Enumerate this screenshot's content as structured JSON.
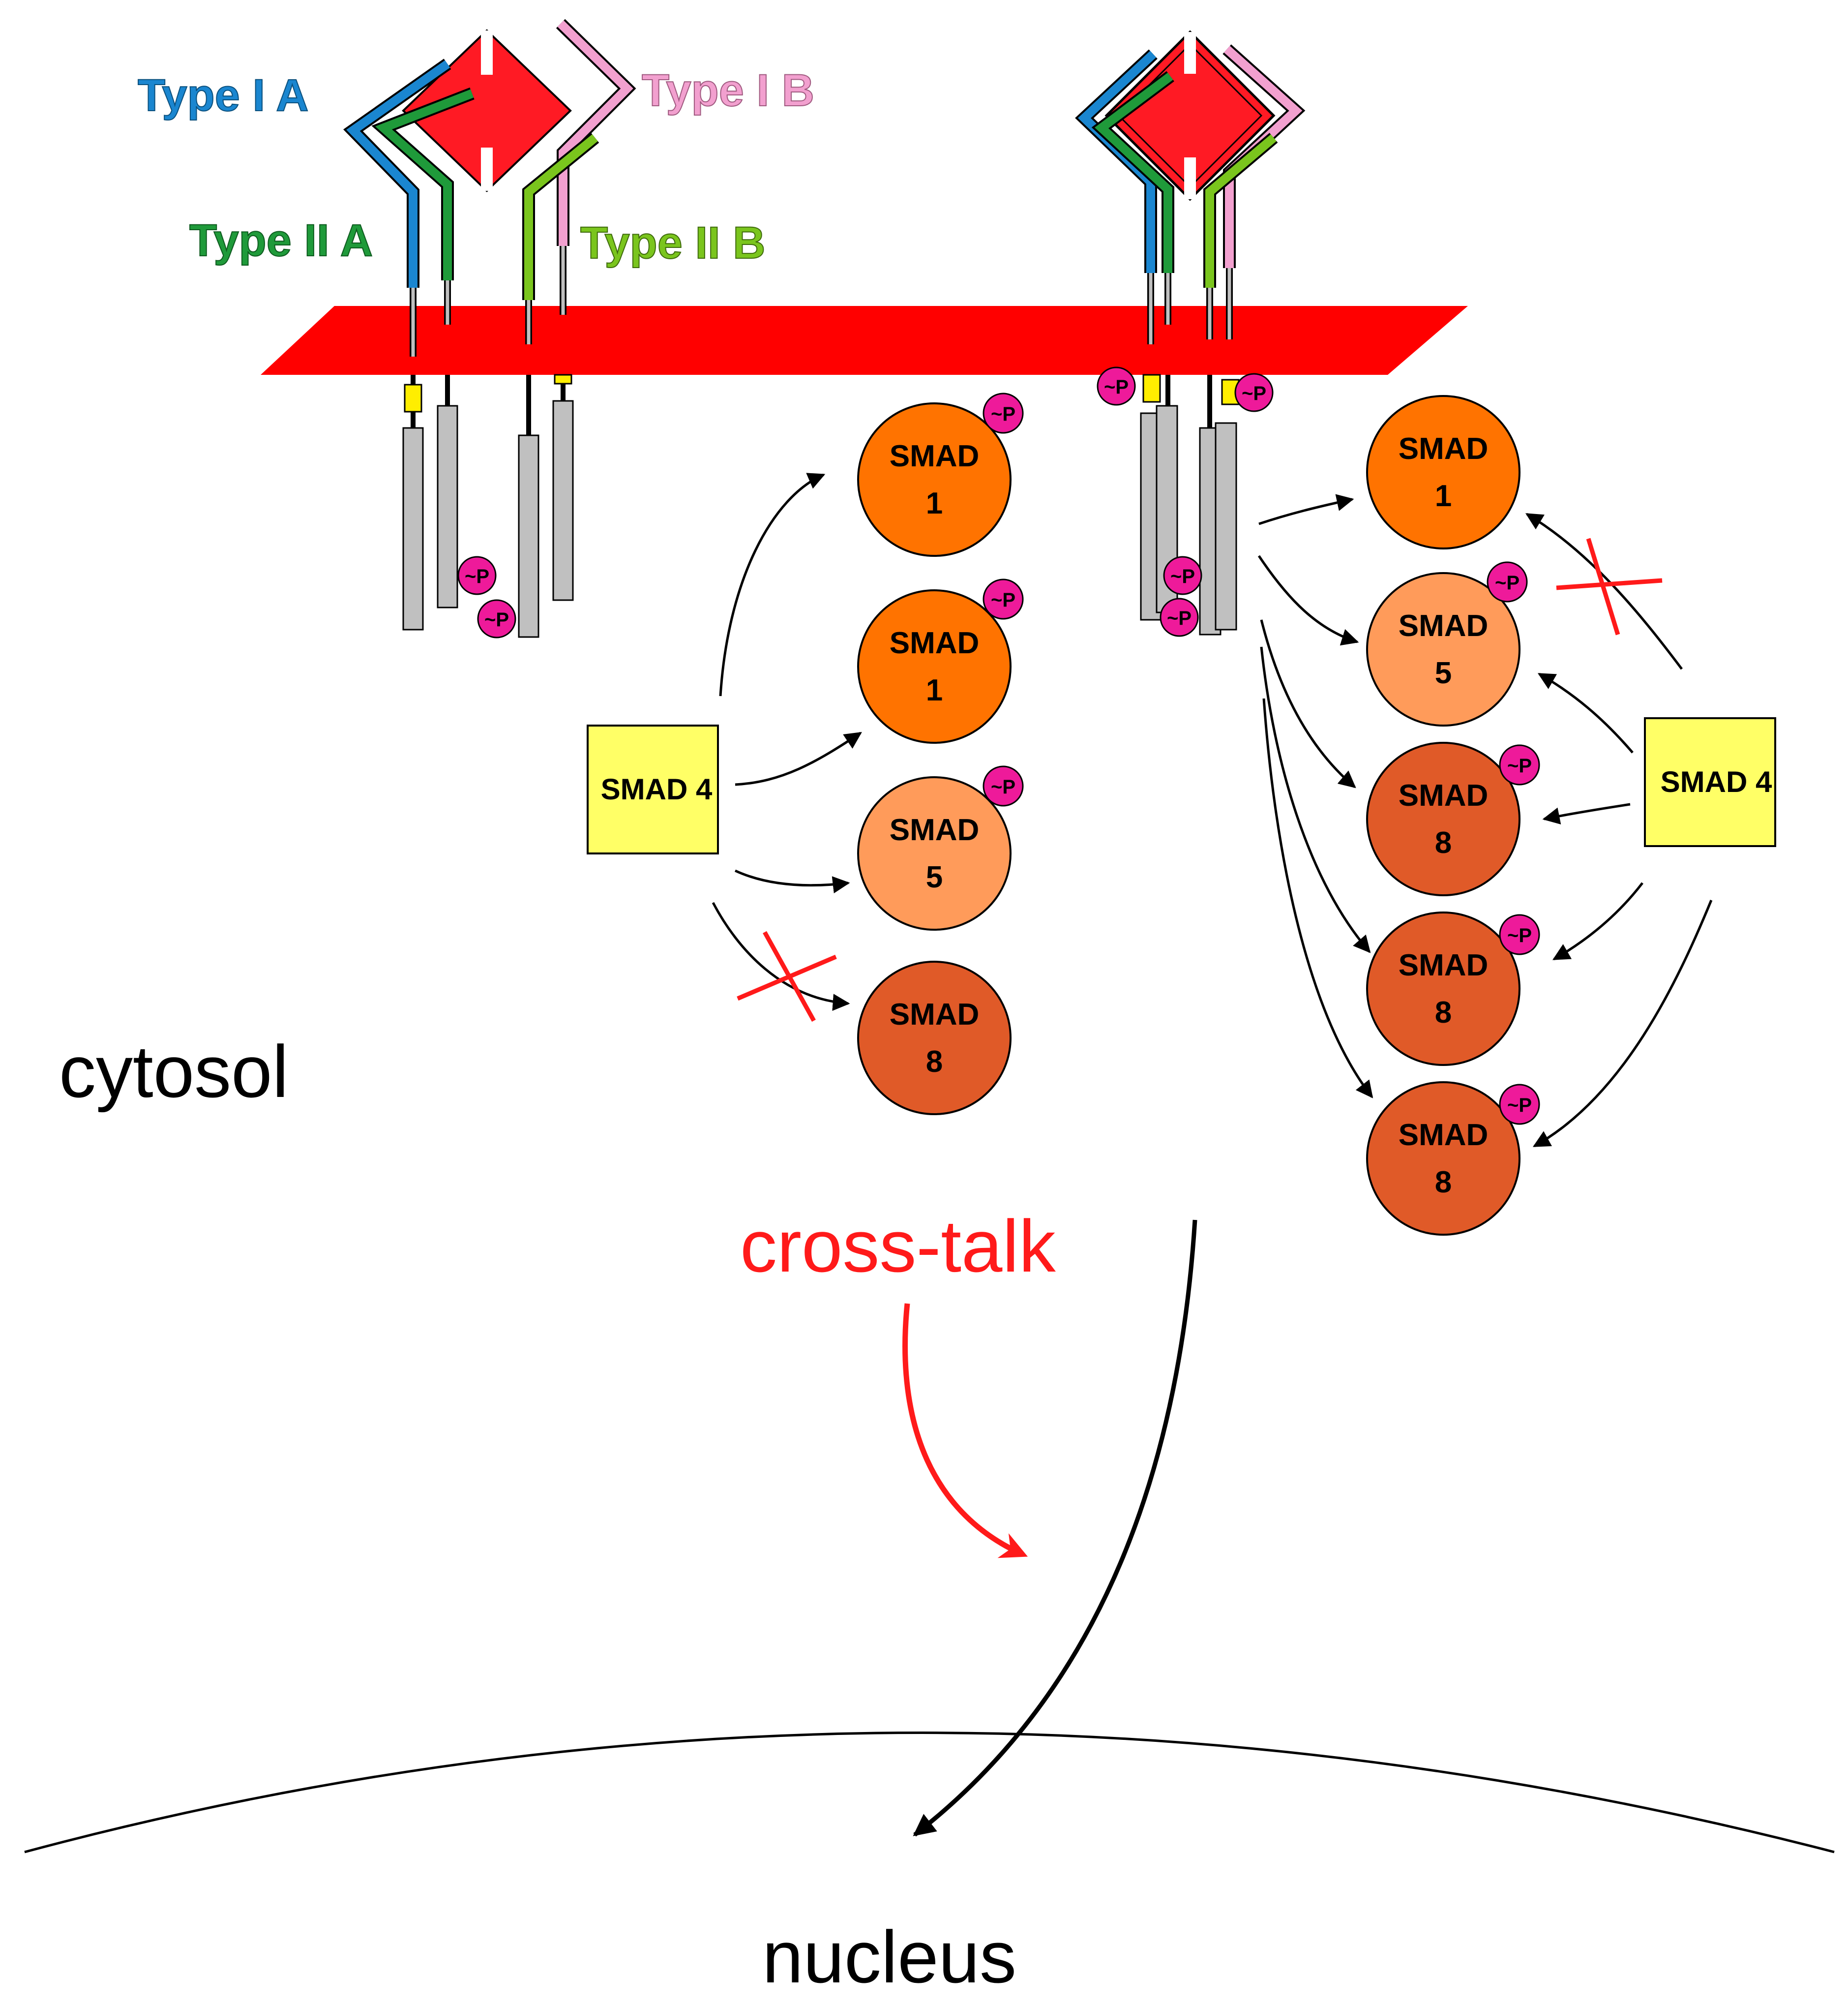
{
  "receptor_labels": {
    "type_1a": "Type I A",
    "type_1b": "Type I B",
    "type_2a": "Type II A",
    "type_2b": "Type II B"
  },
  "smad_left": [
    {
      "line1": "SMAD",
      "line2": "1"
    },
    {
      "line1": "SMAD",
      "line2": "1"
    },
    {
      "line1": "SMAD",
      "line2": "5"
    },
    {
      "line1": "SMAD",
      "line2": "8"
    }
  ],
  "smad_right": [
    {
      "line1": "SMAD",
      "line2": "1"
    },
    {
      "line1": "SMAD",
      "line2": "5"
    },
    {
      "line1": "SMAD",
      "line2": "8"
    },
    {
      "line1": "SMAD",
      "line2": "8"
    },
    {
      "line1": "SMAD",
      "line2": "8"
    }
  ],
  "smad4_left": "SMAD 4",
  "smad4_right": "SMAD 4",
  "phospho": "~P",
  "cytosol": "cytosol",
  "crosstalk": "cross-talk",
  "nucleus": "nucleus",
  "colors": {
    "type_1a": "#1a86d0",
    "type_1b": "#f2a0cf",
    "type_2a": "#1f9a3a",
    "type_2b": "#7ac51d",
    "ligand": "#ff1a24",
    "membrane": "#ff0000",
    "smad1": "#ff7300",
    "smad5": "#ff9b5a",
    "smad8": "#e05a28",
    "smad4": "#ffff66",
    "phospho": "#ee1a9a",
    "kinase": "#c0c0c0",
    "jm": "#ffee00",
    "crosstalk": "#ff1a1a"
  }
}
